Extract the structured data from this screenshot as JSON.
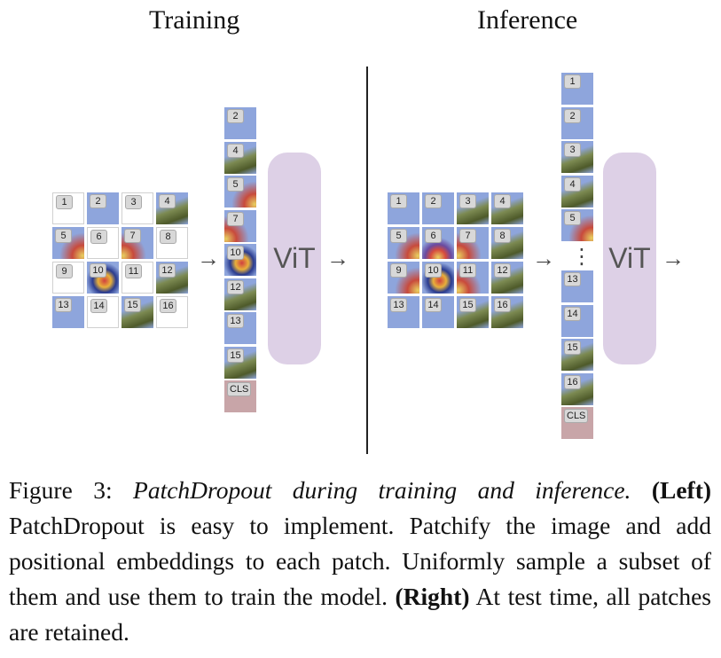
{
  "titles": {
    "training": "Training",
    "inference": "Inference"
  },
  "vit_label": "ViT",
  "arrow": "→",
  "ellipsis": "⋮",
  "cls_label": "CLS",
  "training_grid": [
    {
      "n": "1",
      "kind": "empty"
    },
    {
      "n": "2",
      "kind": "sky"
    },
    {
      "n": "3",
      "kind": "empty"
    },
    {
      "n": "4",
      "kind": "foliage"
    },
    {
      "n": "5",
      "kind": "balloon-side2"
    },
    {
      "n": "6",
      "kind": "empty"
    },
    {
      "n": "7",
      "kind": "balloon-side"
    },
    {
      "n": "8",
      "kind": "empty"
    },
    {
      "n": "9",
      "kind": "empty"
    },
    {
      "n": "10",
      "kind": "balloon"
    },
    {
      "n": "11",
      "kind": "empty"
    },
    {
      "n": "12",
      "kind": "foliage"
    },
    {
      "n": "13",
      "kind": "sky"
    },
    {
      "n": "14",
      "kind": "empty"
    },
    {
      "n": "15",
      "kind": "foliage"
    },
    {
      "n": "16",
      "kind": "empty"
    }
  ],
  "training_column": [
    "2",
    "4",
    "5",
    "7",
    "10",
    "12",
    "13",
    "15"
  ],
  "inference_grid": [
    {
      "n": "1",
      "kind": "sky"
    },
    {
      "n": "2",
      "kind": "sky"
    },
    {
      "n": "3",
      "kind": "foliage"
    },
    {
      "n": "4",
      "kind": "foliage"
    },
    {
      "n": "5",
      "kind": "balloon-side2"
    },
    {
      "n": "6",
      "kind": "balloon-top"
    },
    {
      "n": "7",
      "kind": "balloon-side"
    },
    {
      "n": "8",
      "kind": "foliage"
    },
    {
      "n": "9",
      "kind": "balloon-side2"
    },
    {
      "n": "10",
      "kind": "balloon"
    },
    {
      "n": "11",
      "kind": "balloon-side"
    },
    {
      "n": "12",
      "kind": "foliage"
    },
    {
      "n": "13",
      "kind": "sky"
    },
    {
      "n": "14",
      "kind": "sky"
    },
    {
      "n": "15",
      "kind": "foliage"
    },
    {
      "n": "16",
      "kind": "foliage"
    }
  ],
  "inference_column_top": [
    "1",
    "2",
    "3",
    "4",
    "5"
  ],
  "inference_column_bottom": [
    "13",
    "14",
    "15",
    "16"
  ],
  "caption": {
    "figure_label": "Figure 3:",
    "italic_title": "PatchDropout during training and inference.",
    "left_label": "(Left)",
    "left_text": "PatchDropout is easy to implement.  Patchify the image and add positional embeddings to each patch. Uniformly sample a subset of them and use them to train the model.",
    "right_label": "(Right)",
    "right_text": "At test time, all patches are retained."
  }
}
